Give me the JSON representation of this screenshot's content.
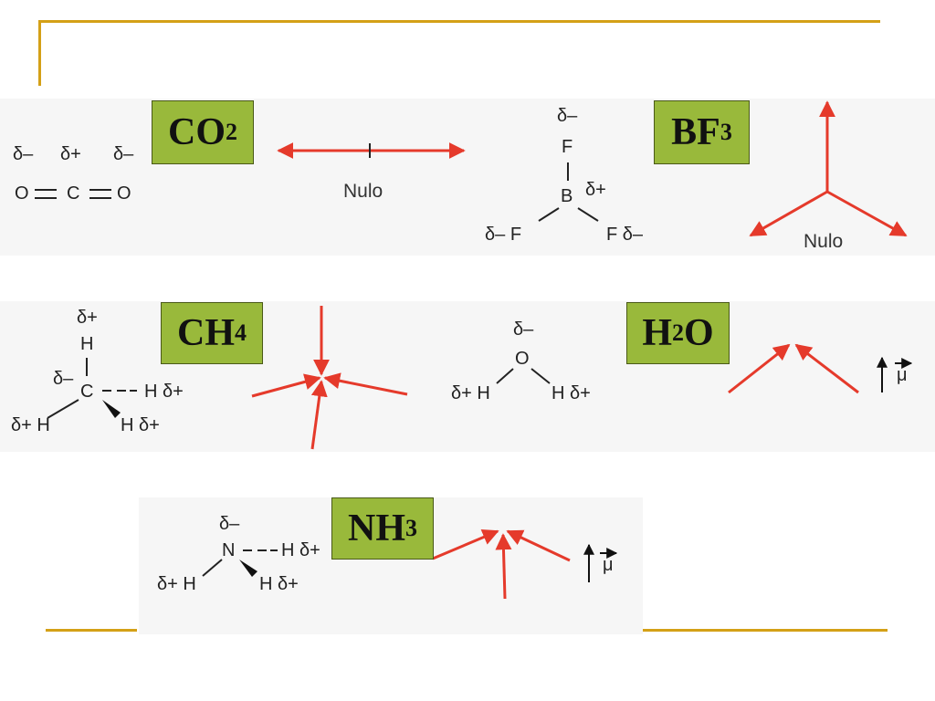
{
  "colors": {
    "accent_line": "#d4a017",
    "label_bg": "#99b93b",
    "vector_red": "#e53a2b"
  },
  "co2": {
    "label_main": "CO",
    "label_sub": "2",
    "charges": [
      "δ–",
      "δ+",
      "δ–"
    ],
    "atoms": [
      "O",
      "C",
      "O"
    ],
    "vector_label": "Nulo"
  },
  "bf3": {
    "label_main": "BF",
    "label_sub": "3",
    "top_charge": "δ–",
    "top_atom": "F",
    "center_atom": "B",
    "center_charge": "δ+",
    "left_text": "δ– F",
    "right_text": "F δ–",
    "vector_label": "Nulo"
  },
  "ch4": {
    "label_main": "CH",
    "label_sub": "4",
    "top_charge": "δ+",
    "top_atom": "H",
    "center_charge": "δ–",
    "center_atom": "C",
    "right_text": "H δ+",
    "bl_text": "δ+ H",
    "br_text": "H δ+"
  },
  "h2o": {
    "label_main": "H",
    "label_sub": "2",
    "label_tail": "O",
    "top_charge": "δ–",
    "center_atom": "O",
    "left_text": "δ+ H",
    "right_text": "H δ+",
    "mu_symbol": "μ"
  },
  "nh3": {
    "label_main": "NH",
    "label_sub": "3",
    "top_charge": "δ–",
    "center_atom": "N",
    "right_text": "H δ+",
    "bl_text": "δ+ H",
    "br_text": "H δ+",
    "mu_symbol": "μ"
  }
}
